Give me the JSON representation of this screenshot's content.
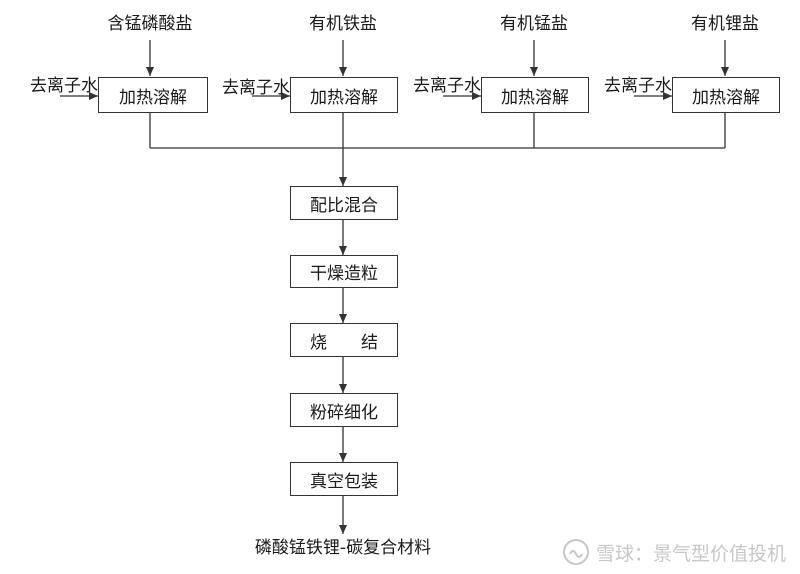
{
  "top_inputs": [
    "含锰磷酸盐",
    "有机铁盐",
    "有机锰盐",
    "有机锂盐"
  ],
  "side_input": "去离子水",
  "dissolve_step": "加热溶解",
  "main_steps": [
    "配比混合",
    "干燥造粒",
    "烧　　结",
    "粉碎细化",
    "真空包装"
  ],
  "product": "磷酸锰铁锂-碳复合材料",
  "watermark": {
    "text": "雪球：景气型价值投机",
    "icon": "snowball-logo-icon"
  }
}
